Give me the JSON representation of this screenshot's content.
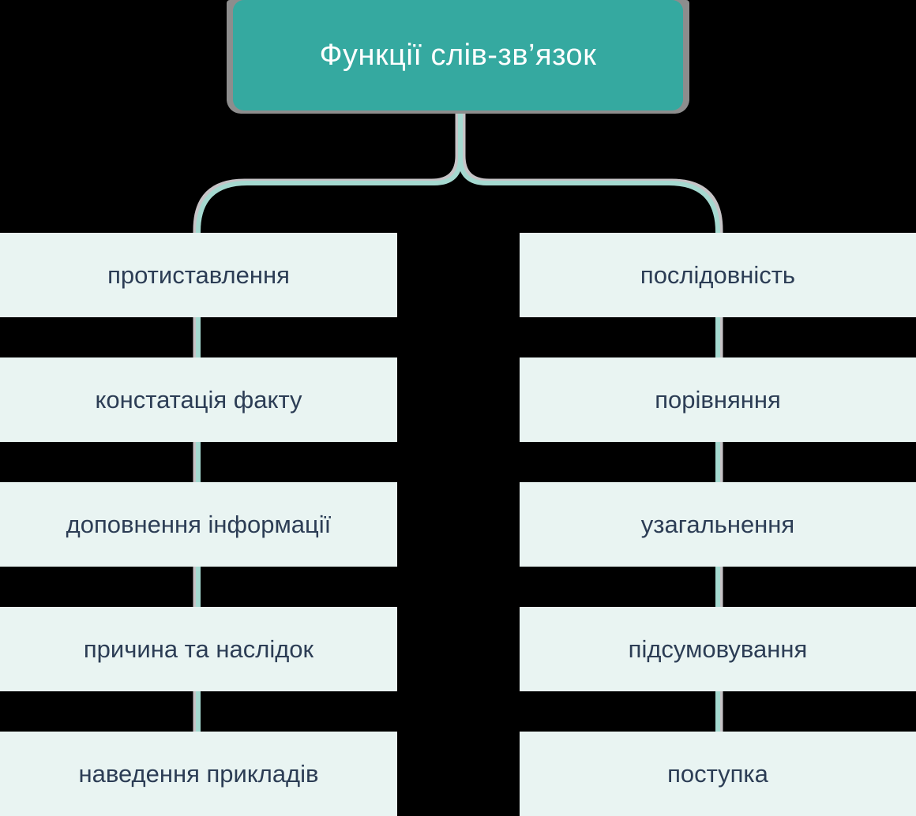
{
  "title": "Функції слів-зв’язок",
  "columns": {
    "left": {
      "items": [
        "протиставлення",
        "констатація факту",
        "доповнення інформації",
        "причина та наслідок",
        "наведення прикладів"
      ]
    },
    "right": {
      "items": [
        "послідовність",
        "порівняння",
        "узагальнення",
        "підсумовування",
        "поступка"
      ]
    }
  },
  "colors": {
    "background": "#000000",
    "root_bg": "#35a9a0",
    "root_text": "#ffffff",
    "root_shadow": "#8d8d8d",
    "node_bg": "#e9f4f2",
    "node_text": "#2c3d55",
    "connector_line": "#a5d9d0",
    "connector_shadow": "#c7c4c7"
  }
}
